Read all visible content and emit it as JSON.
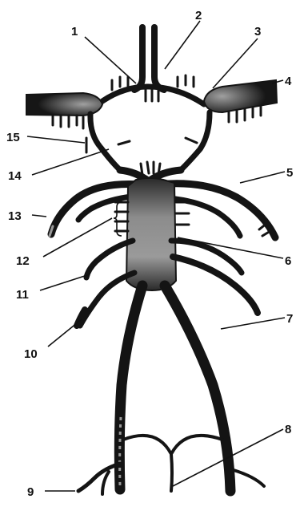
{
  "colors": {
    "ink": "#141414",
    "vessel_highlight": "#9a9a9a",
    "background": "#ffffff"
  },
  "labels": [
    "1",
    "2",
    "3",
    "4",
    "5",
    "6",
    "7",
    "8",
    "9",
    "10",
    "11",
    "12",
    "13",
    "14",
    "15"
  ]
}
